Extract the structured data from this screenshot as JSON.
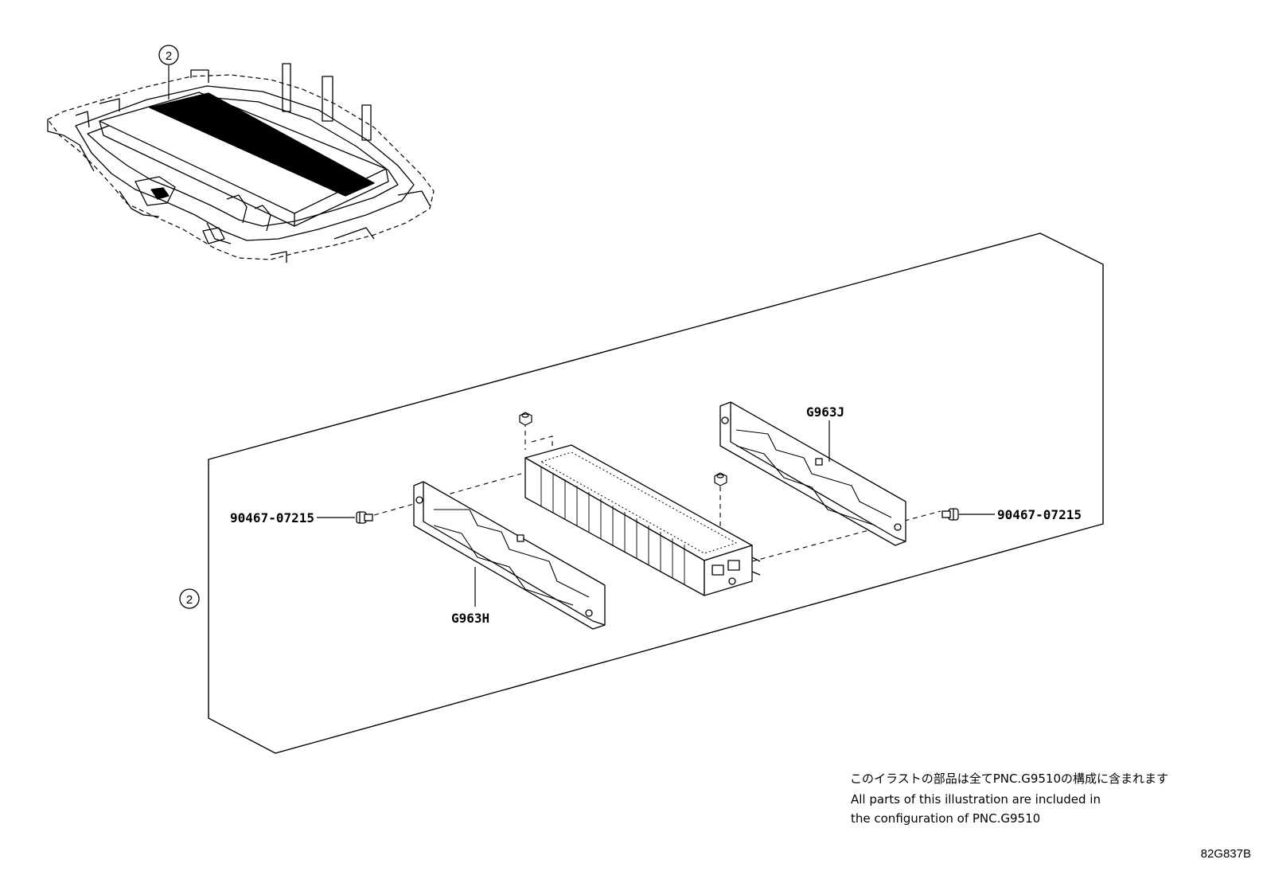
{
  "callouts": {
    "ref_top": "2",
    "ref_left": "2"
  },
  "parts": {
    "bolt_left": "90467-07215",
    "bolt_right": "90467-07215",
    "bracket_left": "G963H",
    "bracket_right": "G963J"
  },
  "note": {
    "japanese": "このイラストの部品は全てPNC.G9510の構成に含まれます",
    "english_line1": "All parts of this illustration are included in",
    "english_line2": "the configuration of PNC.G9510"
  },
  "illustration_code": "82G837B"
}
